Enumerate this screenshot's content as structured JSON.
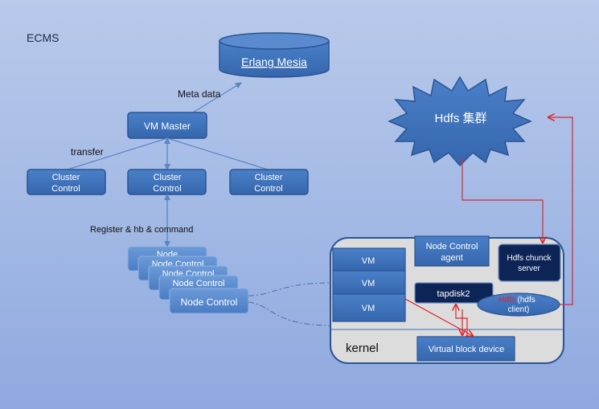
{
  "title": "ECMS",
  "database": {
    "label": "Erlang Mesia"
  },
  "edges": {
    "meta_data": "Meta data",
    "transfer": "transfer",
    "register": "Register & hb & command"
  },
  "vm_master": {
    "label": "VM  Master"
  },
  "cluster_controls": [
    {
      "line1": "Cluster",
      "line2": "Control"
    },
    {
      "line1": "Cluster",
      "line2": "Control"
    },
    {
      "line1": "Cluster",
      "line2": "Control"
    }
  ],
  "hdfs_cluster": {
    "label": "Hdfs 集群"
  },
  "node_stack": {
    "top_label": "Node",
    "partial_label": "Node Control",
    "front_label": "Node  Control"
  },
  "host": {
    "vms": [
      "VM",
      "VM",
      "VM"
    ],
    "agent_line1": "Node Control",
    "agent_line2": "agent",
    "chunk_line1": "Hdfs chunck",
    "chunk_line2": "server",
    "tapdisk": "tapdisk2",
    "client_line1_a": "Hdfs",
    "client_line1_b": " (hdfs",
    "client_line2": "client)",
    "kernel": "kernel",
    "vbd": "Virtual block device"
  },
  "colors": {
    "box_fill": "#3f72b8",
    "box_stroke": "#2a5493",
    "dark_box": "#0d2457",
    "host_fill": "#dcdcdc",
    "arrow_red": "#e0242a",
    "text_white": "#ffffff"
  }
}
